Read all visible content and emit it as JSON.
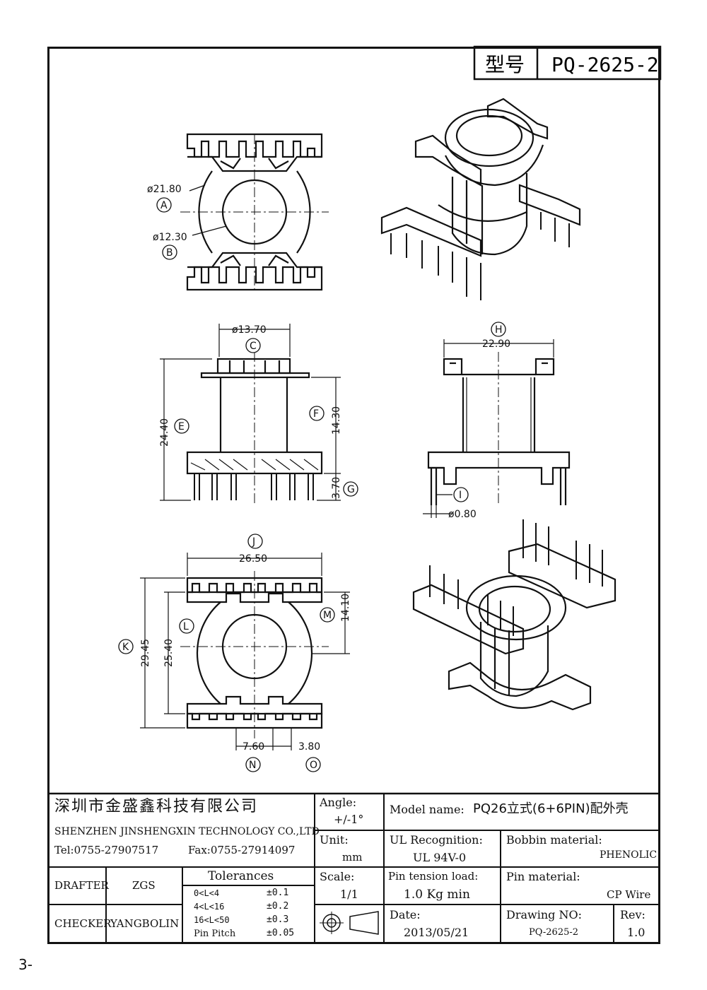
{
  "header": {
    "model_label": "型号",
    "model_no": "PQ-2625-2"
  },
  "dimensions": {
    "A": "A",
    "B": "B",
    "C": "C",
    "E": "E",
    "F": "F",
    "G": "G",
    "H": "H",
    "I": "I",
    "J": "J",
    "K": "K",
    "L": "L",
    "M": "M",
    "N": "N",
    "O": "O",
    "d_a": "ø21.80",
    "d_b": "ø12.30",
    "d_c": "ø13.70",
    "d_e": "24.40",
    "d_f": "14.30",
    "d_g": "3.70",
    "d_h": "22.90",
    "d_i": "ø0.80",
    "d_j": "26.50",
    "d_k": "29.45",
    "d_l": "25.40",
    "d_m": "14.10",
    "d_n": "7.60",
    "d_o": "3.80"
  },
  "title_block": {
    "company_cn": "深圳市金盛鑫科技有限公司",
    "company_en": "SHENZHEN JINSHENGXIN TECHNOLOGY CO.,LTD",
    "tel": "Tel:0755-27907517",
    "fax": "Fax:0755-27914097",
    "drafter_label": "DRAFTER",
    "drafter": "ZGS",
    "checker_label": "CHECKER",
    "checker": "YANGBOLIN",
    "tolerances_title": "Tolerances",
    "tolerances": [
      {
        "range": "0<L<4",
        "value": "±0.1"
      },
      {
        "range": "4<L<16",
        "value": "±0.2"
      },
      {
        "range": "16<L<50",
        "value": "±0.3"
      },
      {
        "range": "Pin Pitch",
        "value": "±0.05"
      }
    ],
    "angle_label": "Angle:",
    "angle": "+/-1°",
    "unit_label": "Unit:",
    "unit": "mm",
    "scale_label": "Scale:",
    "scale": "1/1",
    "model_name_label": "Model name:",
    "model_name": "PQ26立式(6+6PIN)配外壳",
    "ul_label": "UL Recognition:",
    "ul": "UL 94V-0",
    "bobbin_label": "Bobbin material:",
    "bobbin": "PHENOLIC",
    "pin_tension_label": "Pin tension load:",
    "pin_tension": "1.0 Kg min",
    "pin_material_label": "Pin material:",
    "pin_material": "CP Wire",
    "date_label": "Date:",
    "date": "2013/05/21",
    "drawing_no_label": "Drawing NO:",
    "drawing_no": "PQ-2625-2",
    "rev_label": "Rev:",
    "rev": "1.0"
  },
  "page_number": "3-"
}
